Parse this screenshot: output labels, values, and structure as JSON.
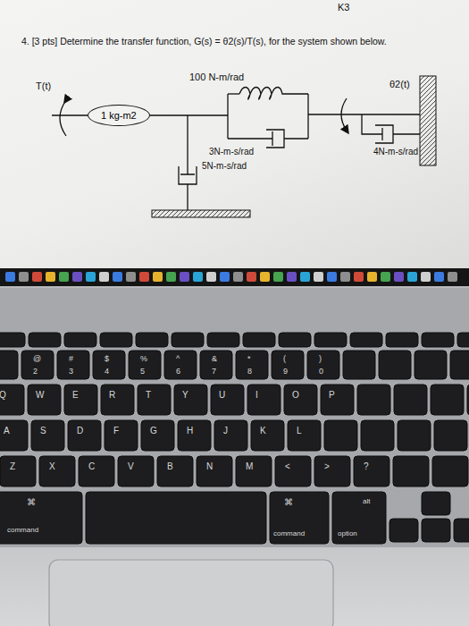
{
  "diagram": {
    "title": "4. [3 pts] Determine the transfer function, G(s) = θ2(s)/T(s), for the system shown below.",
    "nodes": [
      {
        "text": [
          "1 kg-m2"
        ]
      }
    ],
    "labels": [
      "K3",
      "T(t)",
      "100 N-m/rad",
      "θ2(t)",
      "3N-m-s/rad",
      "5N-m-s/rad",
      "4N-m-s/rad",
      "@",
      "2",
      "#",
      "3",
      "$",
      "4",
      "%",
      "5",
      "^",
      "6",
      "&",
      "7",
      "*",
      "8",
      "(",
      "9",
      ")",
      "0",
      "Q",
      "W",
      "E",
      "R",
      "T",
      "Y",
      "U",
      "I",
      "O",
      "P",
      "A",
      "S",
      "D",
      "F",
      "G",
      "H",
      "J",
      "K",
      "L",
      "Z",
      "X",
      "C",
      "V",
      "B",
      "N",
      "M",
      "<",
      ">",
      "?",
      "⌘",
      "command",
      "⌘",
      "alt",
      "command",
      "option"
    ]
  }
}
